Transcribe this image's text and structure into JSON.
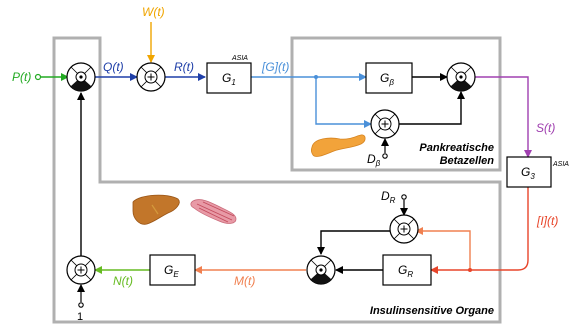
{
  "inputs": {
    "P": "P(t)",
    "W": "W(t)",
    "Q": "Q(t)",
    "R": "R(t)",
    "G": "[G](t)",
    "S": "S(t)",
    "I": "[I](t)",
    "M": "M(t)",
    "N": "N(t)",
    "one": "1"
  },
  "blocks": {
    "G1": "G",
    "G1_sub": "1",
    "G1_sup": "ASIA",
    "Gbeta": "G",
    "Gbeta_sub": "β",
    "G3": "G",
    "G3_sub": "3",
    "G3_sup": "ASIA",
    "GR": "G",
    "GR_sub": "R",
    "GE": "G",
    "GE_sub": "E"
  },
  "disturbances": {
    "Dbeta": "D",
    "Dbeta_sub": "β",
    "DR": "D",
    "DR_sub": "R"
  },
  "regions": {
    "pancreas_line1": "Pankreatische",
    "pancreas_line2": "Betazellen",
    "organs": "Insulinsensitive Organe"
  },
  "colors": {
    "input": "#22aa22",
    "disturbance_w": "#f0a500",
    "navy": "#1f3fa8",
    "glucose": "#4a90d9",
    "secretion": "#a040b0",
    "insulin": "#e8452a",
    "action": "#f08050",
    "effect": "#66bb22",
    "frame": "#b0b0b0"
  }
}
